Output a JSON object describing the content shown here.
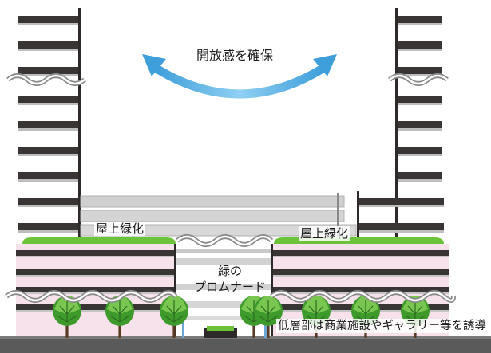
{
  "labels": {
    "openness": "開放感を確保",
    "rooftop_left": "屋上緑化",
    "rooftop_right": "屋上緑化",
    "promenade_line1": "緑の",
    "promenade_line2": "プロムナード",
    "low_rise": "低層部は商業施設やギャラリー等を誘導"
  },
  "icons": {
    "arrow": "double-headed-curved-arrow-icon",
    "tree": "tree-icon",
    "break": "wavy-break-icon"
  },
  "colors": {
    "arrow": "#4aa6dd",
    "greenery": "#6cc33a",
    "tree": "#3f9a2c",
    "floor_band": "#3a3535",
    "pink": "#f7e1ea",
    "gray_band": "#b8b8b8",
    "ground": "#5a5a5a"
  }
}
